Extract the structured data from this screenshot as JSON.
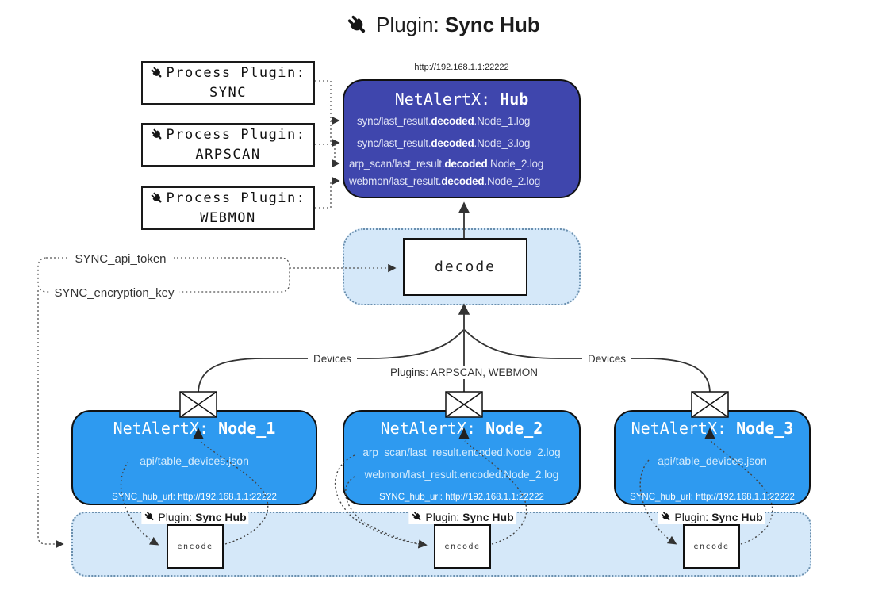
{
  "title": {
    "prefix": "Plugin: ",
    "bold": "Sync Hub"
  },
  "icons": {
    "title_icon": "plug-icon",
    "process_icon": "plug-icon",
    "node_top_icon": "envelope-icon"
  },
  "process_plugins": [
    {
      "label": "Process Plugin:",
      "name": "SYNC"
    },
    {
      "label": "Process Plugin:",
      "name": "ARPSCAN"
    },
    {
      "label": "Process Plugin:",
      "name": "WEBMON"
    }
  ],
  "hub": {
    "url": "http://192.168.1.1:22222",
    "title_prefix": "NetAlertX: ",
    "title_bold": "Hub",
    "lines": [
      {
        "pre": "sync/last_result.",
        "bold": "decoded",
        "post": ".Node_1.log"
      },
      {
        "pre": "sync/last_result.",
        "bold": "decoded",
        "post": ".Node_3.log"
      },
      {
        "pre": "arp_scan/last_result.",
        "bold": "decoded",
        "post": ".Node_2.log"
      },
      {
        "pre": "webmon/last_result.",
        "bold": "decoded",
        "post": ".Node_2.log"
      }
    ]
  },
  "decode": {
    "label": "decode"
  },
  "secrets": {
    "api_token": "SYNC_api_token",
    "encryption_key": "SYNC_encryption_key"
  },
  "edges": {
    "devices_left": "Devices",
    "devices_right": "Devices",
    "plugins_center": "Plugins: ARPSCAN, WEBMON"
  },
  "nodes": [
    {
      "title_prefix": "NetAlertX: ",
      "title_bold": "Node_1",
      "lines": [
        "api/table_devices.json"
      ],
      "hub_url": "SYNC_hub_url: http://192.168.1.1:22222"
    },
    {
      "title_prefix": "NetAlertX: ",
      "title_bold": "Node_2",
      "lines": [
        "arp_scan/last_result.encoded.Node_2.log",
        "webmon/last_result.encoded.Node_2.log"
      ],
      "hub_url": "SYNC_hub_url: http://192.168.1.1:22222"
    },
    {
      "title_prefix": "NetAlertX: ",
      "title_bold": "Node_3",
      "lines": [
        "api/table_devices.json"
      ],
      "hub_url": "SYNC_hub_url: http://192.168.1.1:22222"
    }
  ],
  "encode_section": {
    "plugin_prefix": "Plugin: ",
    "plugin_bold": "Sync Hub",
    "encode_label": "encode"
  },
  "colors": {
    "hub_fill": "#3f46ad",
    "node_fill": "#2e9af0",
    "panel_fill": "#d5e8f9",
    "panel_border": "#6a8fae",
    "line": "#333333"
  }
}
